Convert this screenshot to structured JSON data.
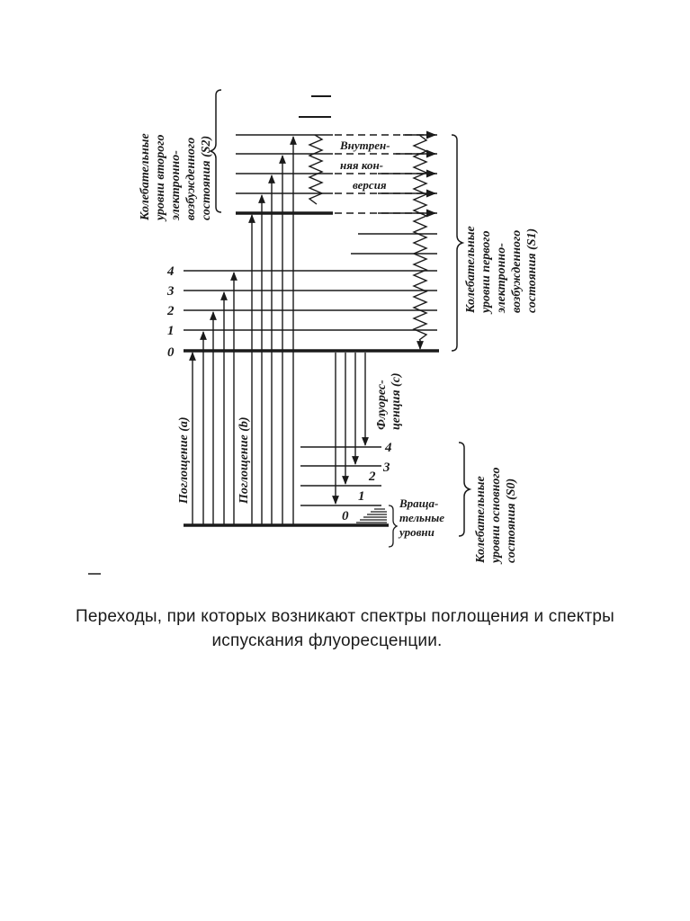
{
  "diagram": {
    "s2_label": [
      "Колебательные",
      "уровни второго",
      "электронно-",
      "возбужденного",
      "состояния (S2)"
    ],
    "s1_label": [
      "Колебательные",
      "уровни первого",
      "электронно-",
      "возбужденного",
      "состояния (S1)"
    ],
    "s0_label": [
      "Колебательные",
      "уровни основного",
      "состояния (S0)"
    ],
    "internal_conversion": [
      "Внутрен-",
      "няя кон-",
      "версия"
    ],
    "absorption_a": "Поглощение (a)",
    "absorption_b": "Поглощение (b)",
    "fluorescence": [
      "Флуорес-",
      "ценция (c)"
    ],
    "rotational": [
      "Враща-",
      "тельные",
      "уровни"
    ],
    "s1_levels": [
      "4",
      "3",
      "2",
      "1",
      "0"
    ],
    "s0_levels": [
      "4",
      "3",
      "2",
      "1",
      "0"
    ]
  },
  "caption": {
    "line1": "Переходы, при которых возникают спектры поглощения и спектры",
    "line2": "испускания флуоресценции."
  }
}
